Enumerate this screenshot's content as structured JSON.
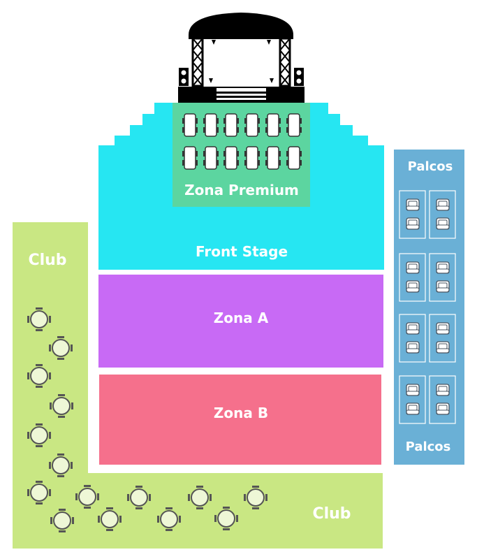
{
  "labels": {
    "zona_premium": "Zona Premium",
    "front_stage": "Front Stage",
    "zona_a": "Zona A",
    "zona_b": "Zona B",
    "club_left": "Club",
    "club_bottom": "Club",
    "palcos_top": "Palcos",
    "palcos_bottom": "Palcos"
  },
  "colors": {
    "front_stage": "#26e6f2",
    "premium": "#5cd5a0",
    "zona_a": "#c86af5",
    "zona_b": "#f5708c",
    "club": "#c9e783",
    "palcos": "#6ab0d6",
    "stage": "#000000"
  },
  "icons": {
    "stage": "stage-truss-icon",
    "premium_seat": "premium-seat-icon",
    "club_table": "round-table-icon",
    "box_seat": "armchair-icon"
  }
}
